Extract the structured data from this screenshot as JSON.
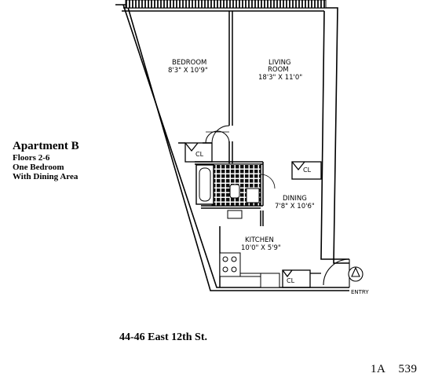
{
  "listing": {
    "apartment": "Apartment B",
    "floors": "Floors 2-6",
    "layout": "One Bedroom",
    "extra": "With Dining Area",
    "address": "44-46 East 12th St.",
    "unit_code": "1A",
    "unit_number": "539"
  },
  "rooms": {
    "bedroom": {
      "name": "BEDROOM",
      "dims": "8'3\" X 10'9\""
    },
    "living": {
      "name_line1": "LIVING",
      "name_line2": "ROOM",
      "dims": "18'3\" X 11'0\""
    },
    "dining": {
      "name": "DINING",
      "dims": "7'8\" X 10'6\""
    },
    "kitchen": {
      "name": "KITCHEN",
      "dims": "10'0\" X 5'9\""
    }
  },
  "labels": {
    "closet": "CL",
    "entry": "ENTRY"
  }
}
